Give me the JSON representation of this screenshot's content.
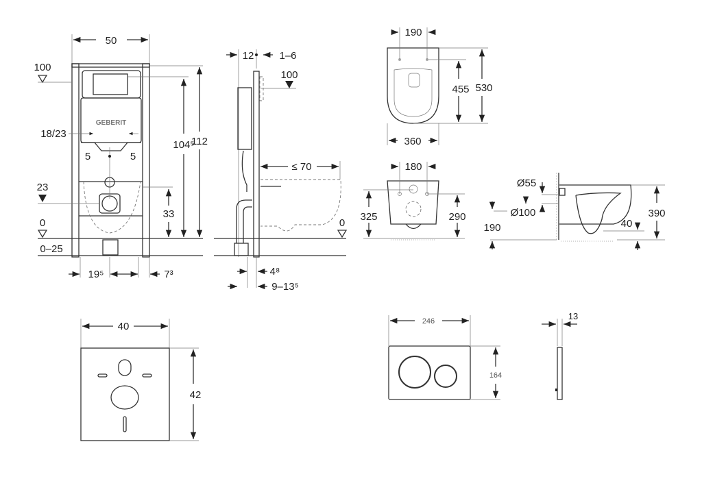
{
  "frame_front": {
    "width": "50",
    "top_level": "100",
    "cutout": "18/23",
    "offset_left": "5",
    "offset_right": "5",
    "drain_level": "23",
    "floor_level": "0",
    "floor_range": "0–25",
    "height_drain": "33",
    "height_frame_inner": "104⁵",
    "height_total": "112",
    "foot_left": "19⁵",
    "foot_right": "7³",
    "brand": "GEBERIT"
  },
  "frame_side": {
    "depth_frame": "12",
    "depth_plate": "1–6",
    "top_level": "100",
    "bowl_projection": "≤ 70",
    "floor_level": "0",
    "pipe_offset": "4⁸",
    "pipe_range": "9–13⁵"
  },
  "toilet_plan": {
    "hole_spacing": "190",
    "inner_length": "455",
    "total_length": "530",
    "width": "360"
  },
  "toilet_front": {
    "hole_spacing": "180",
    "height_left": "325",
    "height_right": "290"
  },
  "toilet_side": {
    "inlet_dia": "Ø55",
    "outlet_dia": "Ø100",
    "outlet_height": "190",
    "rim_drop": "40",
    "height": "390"
  },
  "sound_mat": {
    "width": "40",
    "height": "42"
  },
  "flush_plate": {
    "width": "246",
    "height": "164",
    "thickness": "13"
  }
}
